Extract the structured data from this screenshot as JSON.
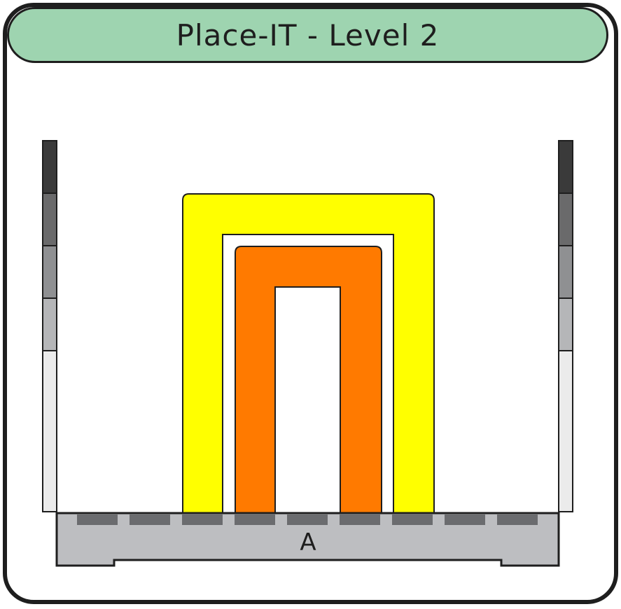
{
  "header": {
    "title": "Place-IT - Level 2",
    "color": "#9ed4b0"
  },
  "base": {
    "label": "A",
    "color": "#bdbec1",
    "slot_color": "#6b6c6f",
    "slot_count": 9
  },
  "meters": {
    "segments": [
      "#3a3a3a",
      "#6a6a6b",
      "#8f9092",
      "#b5b6b8",
      "#ebebeb"
    ]
  },
  "pieces": [
    {
      "name": "yellow-piece",
      "color": "#ffff00"
    },
    {
      "name": "orange-piece",
      "color": "#ff7a00"
    }
  ]
}
